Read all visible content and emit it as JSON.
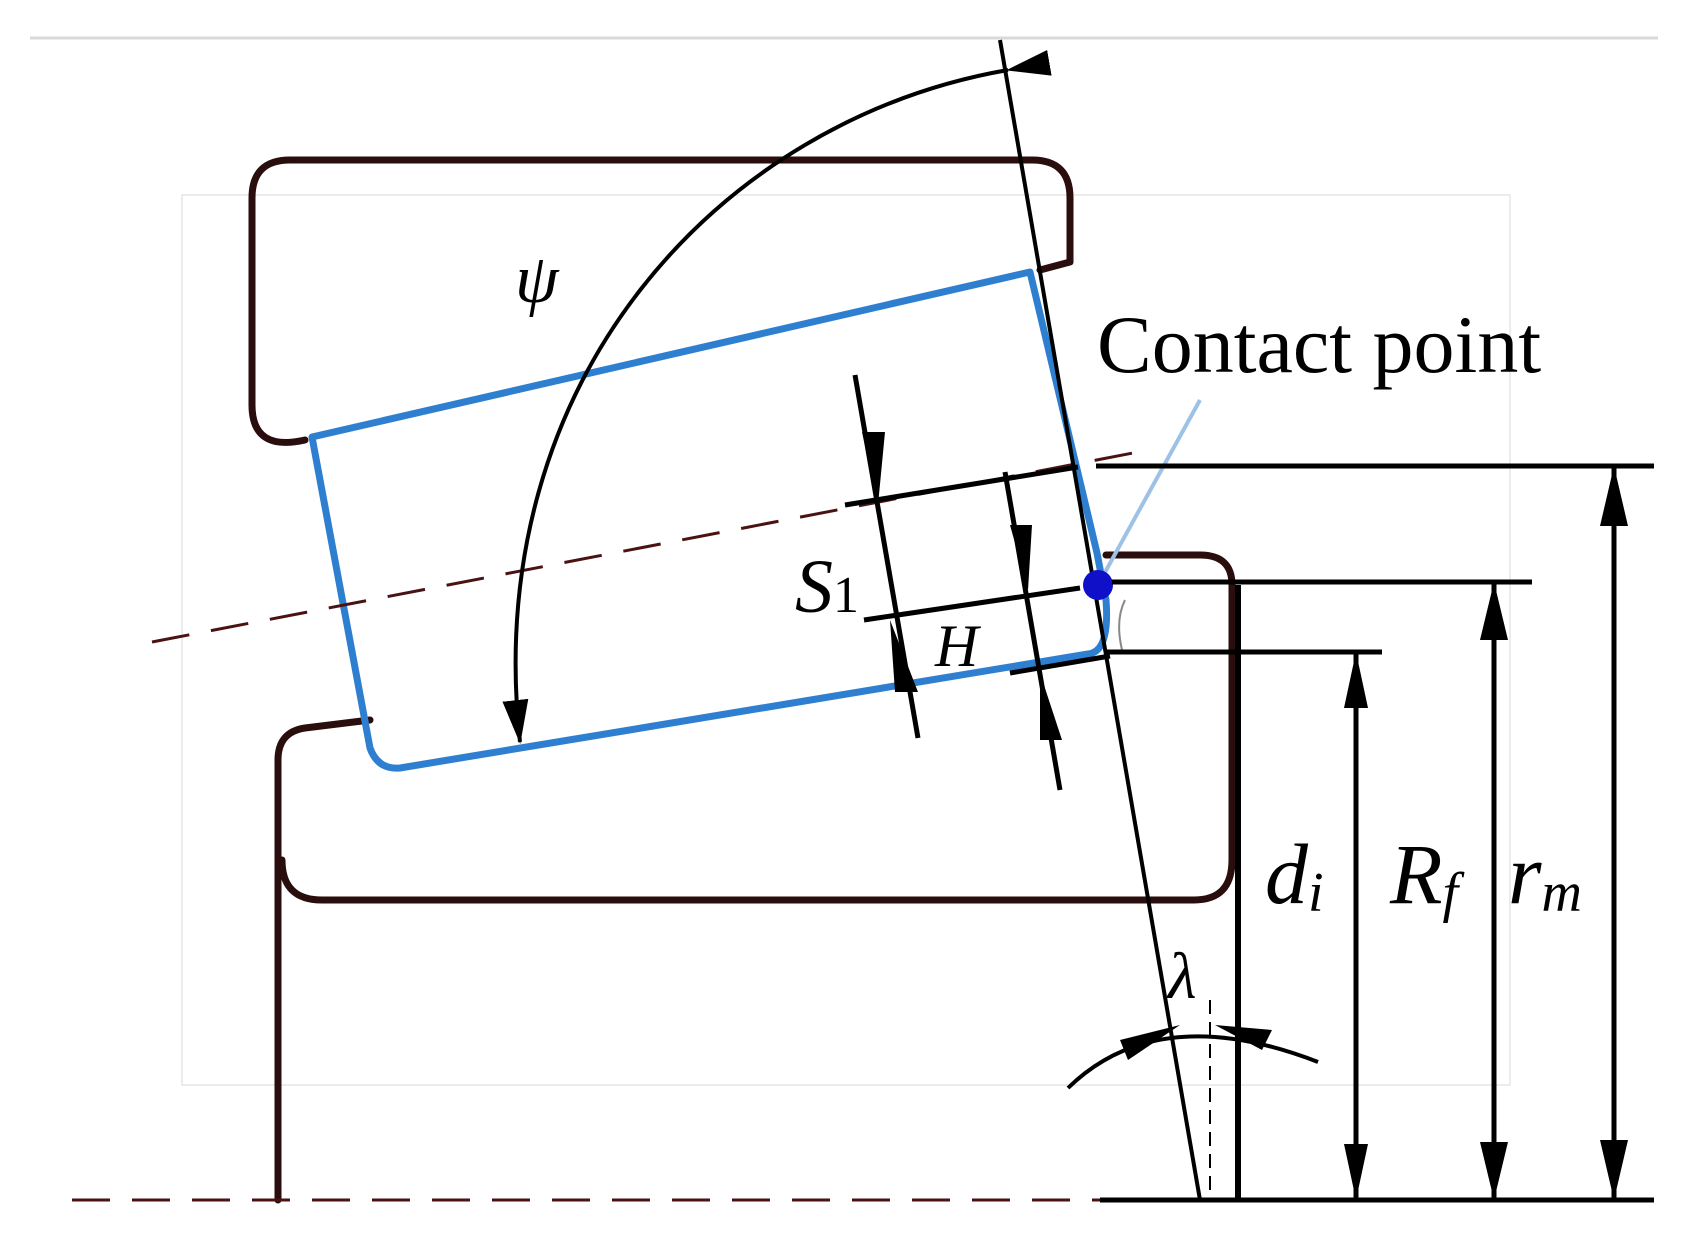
{
  "labels": {
    "psi": "ψ",
    "contact_point": "Contact point",
    "s1_main": "S",
    "s1_sub": "1",
    "h": "H",
    "di_main": "d",
    "di_sub": "i",
    "rf_main": "R",
    "rf_sub": "f",
    "rm_main": "r",
    "rm_sub": "m",
    "lambda": "λ"
  },
  "colors": {
    "roller": "#2f7fd0",
    "outline": "#2a0d0d",
    "contact_point": "#1010c8",
    "leader": "#9ec2e6"
  }
}
